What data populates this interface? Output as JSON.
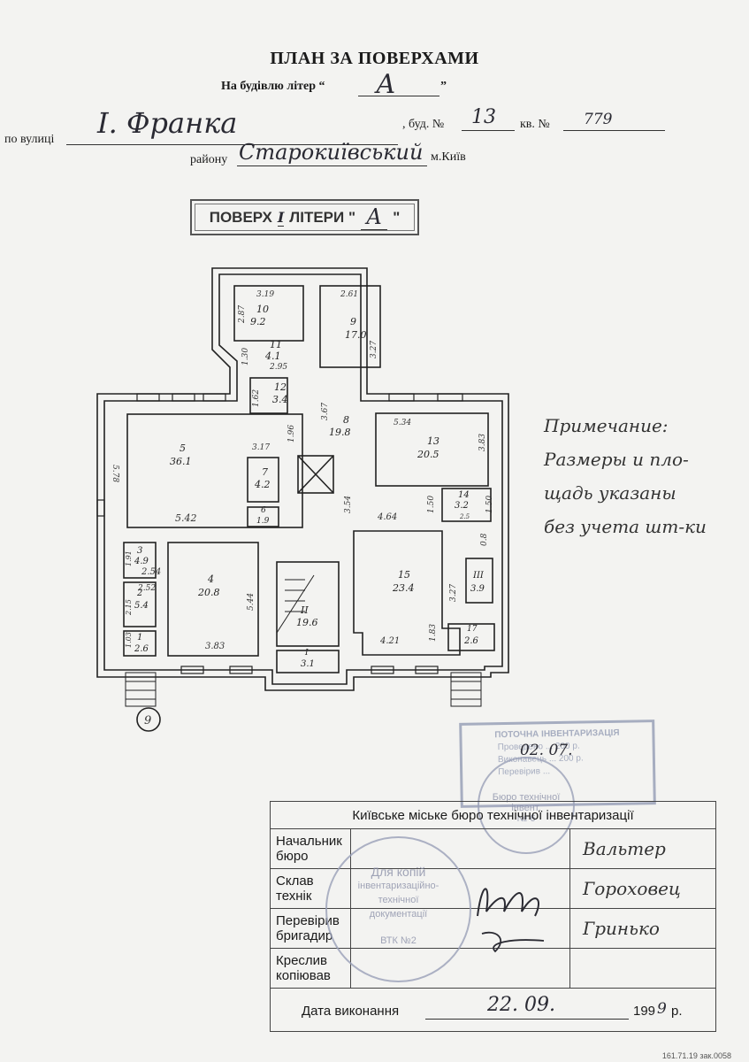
{
  "header": {
    "title": "ПЛАН ЗА ПОВЕРХАМИ",
    "building_prefix": "На будівлю літер “",
    "building_letter": "А",
    "building_suffix": "”",
    "street_label": "по вулиці",
    "street_value": "І. Франка",
    "house_label": ", буд. №",
    "house_value": "13",
    "apt_label": "кв. №",
    "apt_value": "779",
    "district_label": "району",
    "district_value": "Старокиївський",
    "city_label": "м.Київ"
  },
  "floor_stamp": {
    "prefix": "ПОВЕРХ",
    "floor_value": "I",
    "middle": "ЛІТЕРИ \"",
    "letter_value": "А",
    "suffix": "\""
  },
  "plan": {
    "rooms": [
      {
        "num": "10",
        "area": "9.2"
      },
      {
        "num": "9",
        "area": "17.0"
      },
      {
        "num": "11",
        "area": "4.1"
      },
      {
        "num": "12",
        "area": "3.4"
      },
      {
        "num": "8",
        "area": "19.8"
      },
      {
        "num": "13",
        "area": "20.5"
      },
      {
        "num": "5",
        "area": "36.1"
      },
      {
        "num": "7",
        "area": "4.2"
      },
      {
        "num": "6",
        "area": "1.9"
      },
      {
        "num": "14",
        "area": "3.2"
      },
      {
        "num": "3",
        "area": "4.9"
      },
      {
        "num": "4",
        "area": "20.8"
      },
      {
        "num": "II",
        "area": "19.6"
      },
      {
        "num": "15",
        "area": "23.4"
      },
      {
        "num": "III",
        "area": "3.9"
      },
      {
        "num": "2",
        "area": "5.4"
      },
      {
        "num": "1",
        "area": "2.6"
      },
      {
        "num": "I",
        "area": "3.1"
      },
      {
        "num": "17",
        "area": "2.6"
      }
    ],
    "dims": [
      "3.19",
      "2.61",
      "2.87",
      "3.27",
      "2.95",
      "1.30",
      "1.62",
      "3.67",
      "1.96",
      "5.34",
      "3.83",
      "5.78",
      "3.17",
      "5.42",
      "3.54",
      "4.64",
      "1.50",
      "1.50",
      "2.5",
      "1.91",
      "2.54",
      "2.52",
      "2.15",
      "1.03",
      "5.44",
      "3.83",
      "3.27",
      "4.21",
      "1.83",
      "0.8"
    ],
    "axis_marker": "9"
  },
  "note": {
    "lines": [
      "Примечание:",
      "Размеры и пло-",
      "щадь указаны",
      "без учета шт-ки"
    ]
  },
  "stamp": {
    "lines": [
      "ПОТОЧНА ІНВЕНТАРИЗАЦІЯ",
      "Проведено ... 200  р.",
      "Виконавець ... 200  р.",
      "Перевірив ... ",
      "Бюро технічної інвент.",
      "№ 6"
    ],
    "handwritten_date": "02. 07.",
    "round_stamp_lines": [
      "Для копій",
      "інвентаризаційно-",
      "технічної",
      "документації",
      "ВТК №2"
    ]
  },
  "bureau_table": {
    "header": "Київське міське бюро технічної інвентаризації",
    "rows": [
      {
        "label": "Начальник бюро",
        "name": "Вальтер"
      },
      {
        "label": "Склав технік",
        "name": "Гороховец"
      },
      {
        "label": "Перевірив бригадир",
        "name": "Гринько"
      },
      {
        "label": "Креслив копіював",
        "name": ""
      }
    ],
    "date_label": "Дата виконання",
    "date_value": "22. 09.",
    "year_prefix": "199",
    "year_digit": "9",
    "year_suffix": "р."
  },
  "footer_code": "161.71.19 зак.0058"
}
